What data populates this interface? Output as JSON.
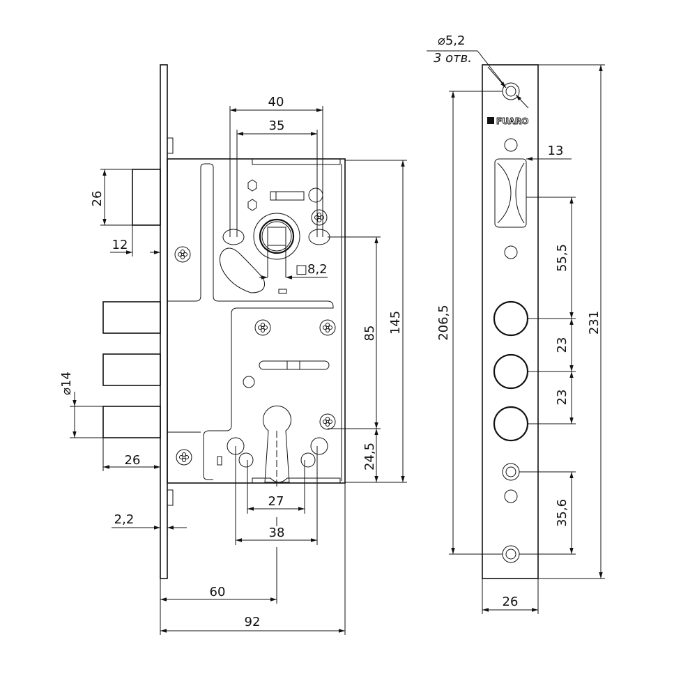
{
  "lock_body": {
    "dims": {
      "spindle_40": "40",
      "spindle_35": "35",
      "latch_height": "26",
      "latch_throw": "12",
      "spindle_square": "□8,2",
      "spindle_to_cylinder": "85",
      "body_height": "145",
      "cylinder_to_bottom": "24,5",
      "bolt_diameter": "⌀14",
      "bolt_throw": "26",
      "faceplate_thickness": "2,2",
      "cylinder_27": "27",
      "cylinder_38": "38",
      "backset": "60",
      "body_depth": "92"
    }
  },
  "strike_plate": {
    "brand": "FUARO",
    "dims": {
      "hole_diameter": "⌀5,2",
      "hole_count": "3 отв.",
      "latch_width": "13",
      "latch_to_bolt": "55,5",
      "bolt_spacing_1": "23",
      "bolt_spacing_2": "23",
      "hole_spacing": "35,6",
      "hole_to_hole": "206,5",
      "plate_height": "231",
      "plate_width": "26"
    }
  }
}
